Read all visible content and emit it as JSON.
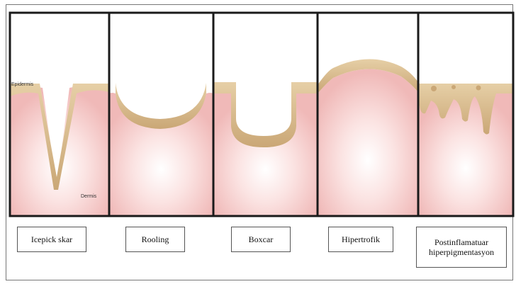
{
  "labels": {
    "epidermis": "Epidermis",
    "dermis": "Dermis"
  },
  "panels": [
    {
      "name": "Icepick skar"
    },
    {
      "name": "Rooling"
    },
    {
      "name": "Boxcar"
    },
    {
      "name": "Hipertrofik"
    },
    {
      "name_line1": "Postinflamatuar",
      "name_line2": "hiperpigmentasyon"
    }
  ],
  "colors": {
    "skin": "#f2c3c1",
    "skin_center": "#ffffff",
    "epidermis": "#d9bc8e",
    "outline": "#1a1a1a"
  }
}
